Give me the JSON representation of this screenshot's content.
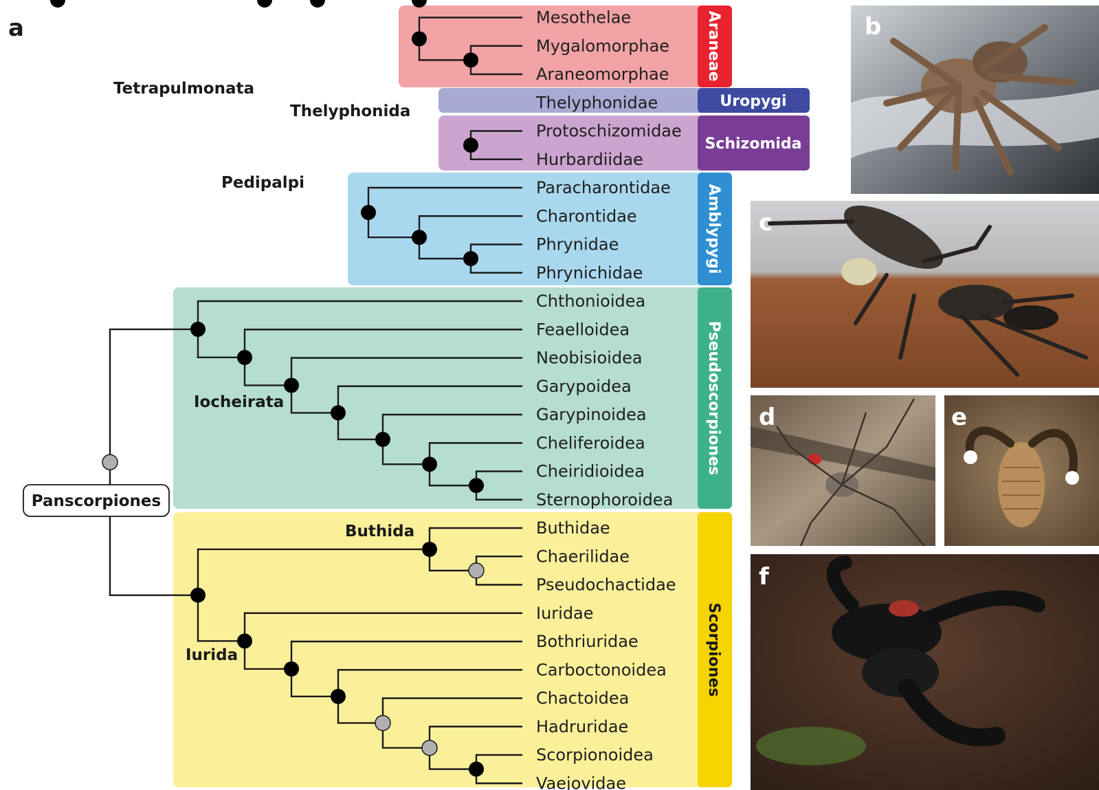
{
  "panel_a_label": "a",
  "taxa": [
    "Mesothelae",
    "Mygalomorphae",
    "Araneomorphae",
    "Thelyphonidae",
    "Protoschizomidae",
    "Hurbardiidae",
    "Paracharontidae",
    "Charontidae",
    "Phrynidae",
    "Phrynichidae",
    "Chthonioidea",
    "Feaelloidea",
    "Neobisioidea",
    "Garypoidea",
    "Garypinoidea",
    "Cheliferoidea",
    "Cheiridioidea",
    "Sternophoroidea",
    "Buthidae",
    "Chaerilidae",
    "Pseudochactidae",
    "Iuridae",
    "Bothriuridae",
    "Carboctonoidea",
    "Chactoidea",
    "Hadruridae",
    "Scorpionoidea",
    "Vaejovidae"
  ],
  "clade_labels": {
    "tetrapulmonata": "Tetrapulmonata",
    "thelyphonida": "Thelyphonida",
    "pedipalpi": "Pedipalpi",
    "iocheirata": "Iocheirata",
    "panscorpiones": "Panscorpiones",
    "buthida": "Buthida",
    "iurida": "Iurida"
  },
  "groups": [
    {
      "name": "Araneae",
      "color": "#e8222e",
      "bg": "#f2a3a5"
    },
    {
      "name": "Uropygi",
      "color": "#3d4aa0",
      "bg": "#a9a9d4"
    },
    {
      "name": "Schizomida",
      "color": "#7a3d96",
      "bg": "#cba5cf"
    },
    {
      "name": "Amblypygi",
      "color": "#2f8fd0",
      "bg": "#a9d8ee"
    },
    {
      "name": "Pseudoscorpiones",
      "color": "#3fb08c",
      "bg": "#b5ddd0"
    },
    {
      "name": "Scorpiones",
      "color": "#f5d400",
      "bg": "#fbf09a"
    }
  ],
  "photos": [
    {
      "label": "b",
      "name": "spider-photo"
    },
    {
      "label": "c",
      "name": "whip-spider-photo"
    },
    {
      "label": "d",
      "name": "harvestman-photo"
    },
    {
      "label": "e",
      "name": "pseudoscorpion-photo"
    },
    {
      "label": "f",
      "name": "scorpion-photo"
    }
  ]
}
